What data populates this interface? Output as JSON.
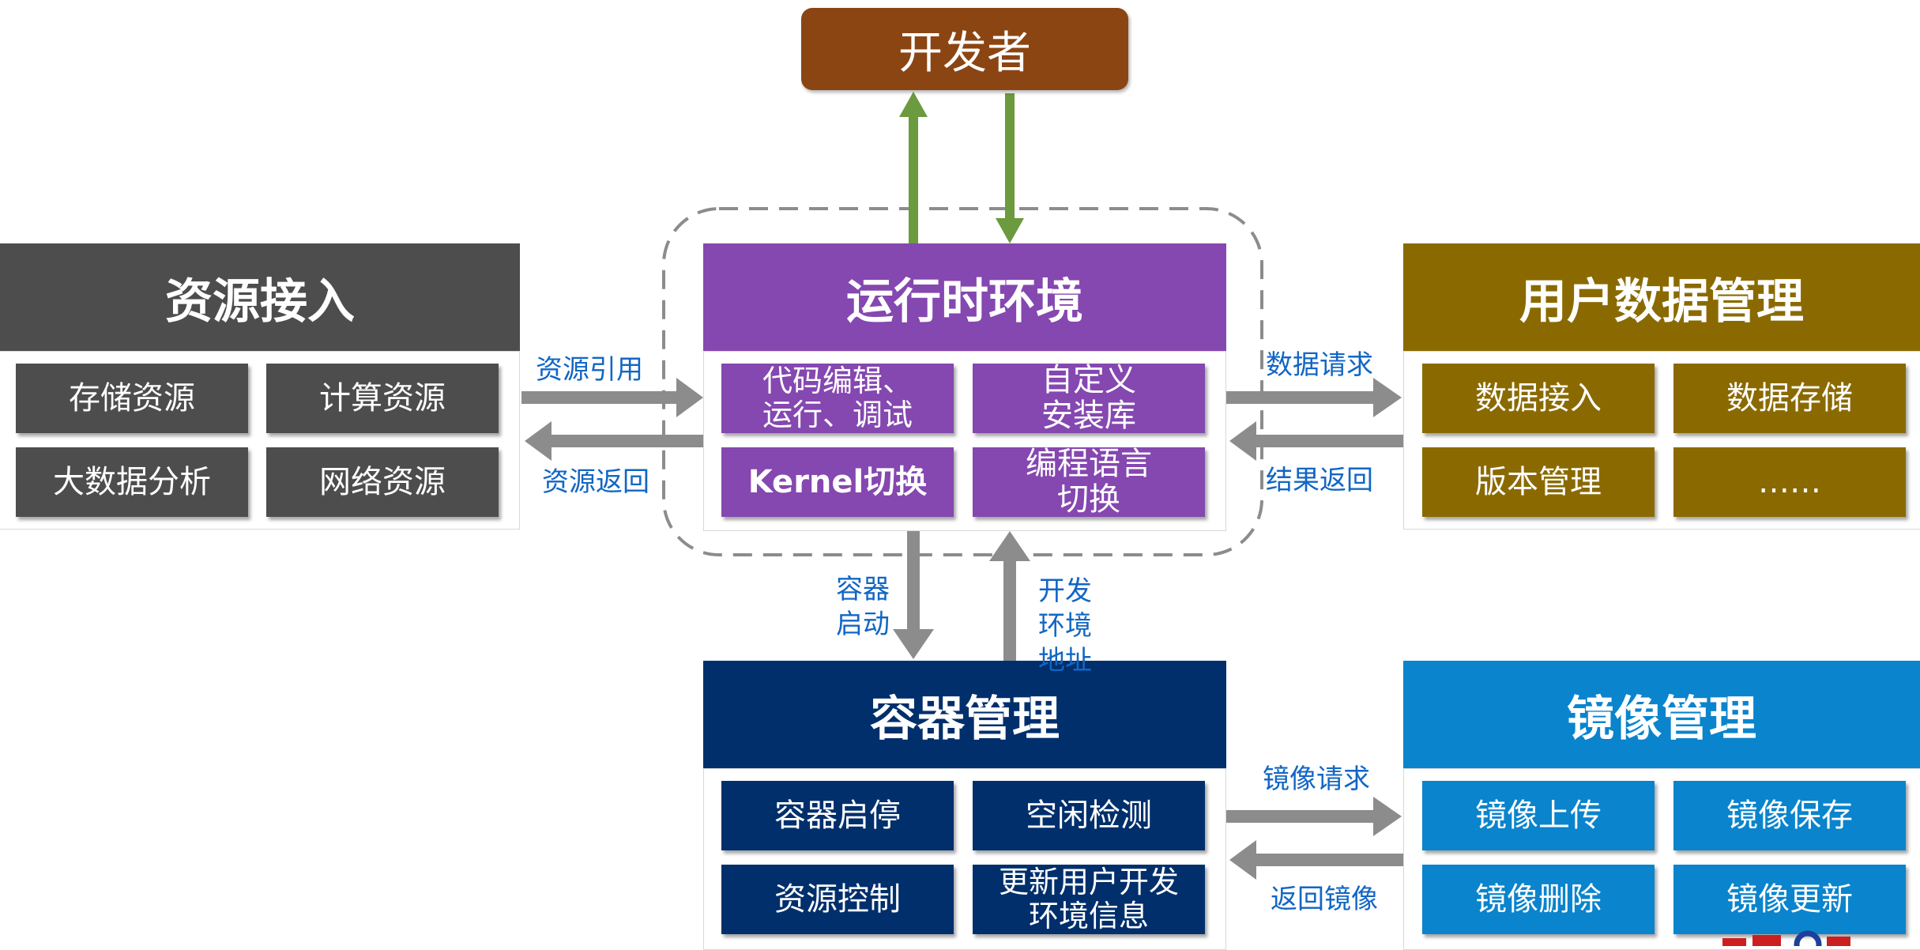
{
  "developer": "开发者",
  "colors": {
    "resource": "#4d4d4d",
    "runtime": "#8547b0",
    "userdata": "#8a6a00",
    "container": "#002f6c",
    "image": "#0a84cc",
    "developer": "#8b4513",
    "arrow_gray": "#8c8c8c",
    "arrow_green": "#6b9a3f",
    "label_text": "#1266c4"
  },
  "resource": {
    "title": "资源接入",
    "items": [
      "存储资源",
      "计算资源",
      "大数据分析",
      "网络资源"
    ]
  },
  "runtime": {
    "title": "运行时环境",
    "items": [
      "代码编辑、\n运行、调试",
      "自定义\n安装库",
      "Kernel切换",
      "编程语言\n切换"
    ]
  },
  "userdata": {
    "title": "用户数据管理",
    "items": [
      "数据接入",
      "数据存储",
      "版本管理",
      "……"
    ]
  },
  "container": {
    "title": "容器管理",
    "items": [
      "容器启停",
      "空闲检测",
      "资源控制",
      "更新用户开发\n环境信息"
    ]
  },
  "image": {
    "title": "镜像管理",
    "items": [
      "镜像上传",
      "镜像保存",
      "镜像删除",
      "镜像更新"
    ]
  },
  "labels": {
    "resource_ref": "资源引用",
    "resource_return": "资源返回",
    "data_request": "数据请求",
    "result_return": "结果返回",
    "container_start": "容器\n启动",
    "dev_env_addr": "开发\n环境\n地址",
    "image_request": "镜像请求",
    "image_return": "返回镜像"
  }
}
